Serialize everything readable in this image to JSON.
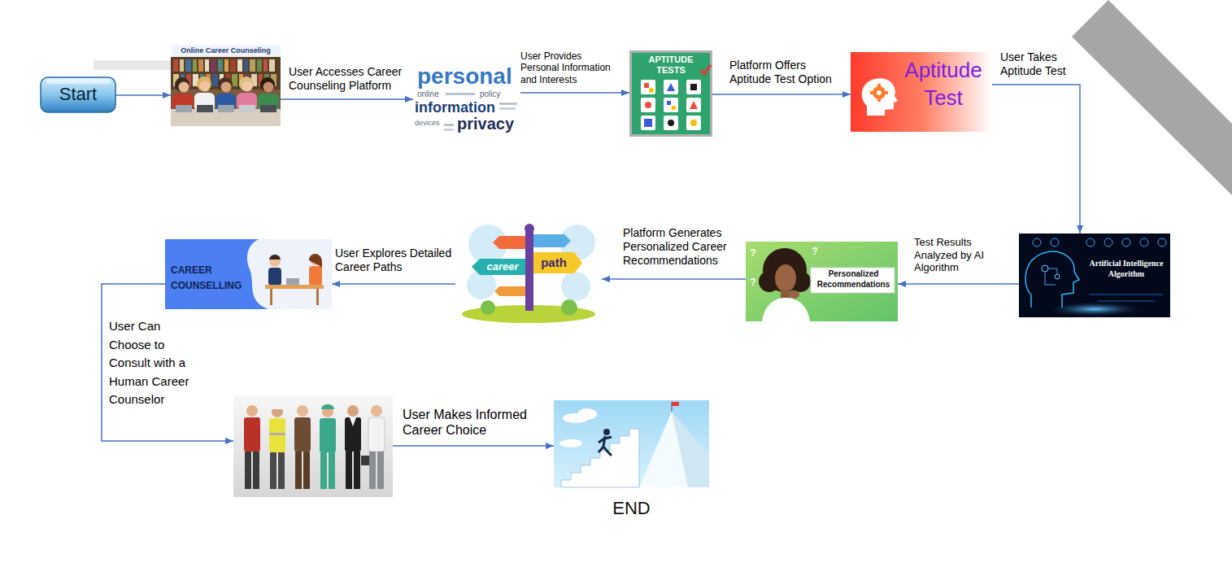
{
  "diagram": {
    "nodes": [
      {
        "text": [
          "Start"
        ]
      },
      {
        "text": [
          "Online Career Counseling"
        ]
      },
      {
        "text": [
          "personal",
          "online",
          "policy",
          "information",
          "devices",
          "privacy"
        ]
      },
      {
        "text": [
          "APTITUDE TESTS"
        ]
      },
      {
        "text": [
          "Aptitude Test"
        ]
      },
      {
        "text": [
          "Artificial Intelligence Algorithm"
        ]
      },
      {
        "text": [
          "?",
          "?",
          "?",
          "Personalized Recommendations"
        ]
      },
      {
        "text": [
          "career",
          "path"
        ]
      },
      {
        "text": [
          "CAREER COUNSELLING"
        ]
      },
      {
        "text": []
      },
      {
        "text": [
          "END"
        ]
      }
    ],
    "edges": [
      {
        "from": 0,
        "to": 1,
        "arrow": "to"
      },
      {
        "from": 1,
        "to": 2,
        "label": "User Accesses Career Counseling Platform",
        "arrow": "to"
      },
      {
        "from": 2,
        "to": 3,
        "label": "User Provides Personal Information and Interests",
        "arrow": "to"
      },
      {
        "from": 3,
        "to": 4,
        "label": "Platform Offers Aptitude Test Option",
        "arrow": "to"
      },
      {
        "from": 4,
        "to": 5,
        "label": "User Takes Aptitude Test",
        "arrow": "to"
      },
      {
        "from": 5,
        "to": 6,
        "label": "Test Results Analyzed by AI Algorithm",
        "arrow": "to"
      },
      {
        "from": 6,
        "to": 7,
        "label": "Platform Generates Personalized Career Recommendations",
        "arrow": "to"
      },
      {
        "from": 7,
        "to": 8,
        "label": "User Explores Detailed Career Paths",
        "arrow": "to"
      },
      {
        "from": 8,
        "to": 9,
        "label": "User Can Choose to Consult with a Human Career Counselor",
        "arrow": "to"
      },
      {
        "from": 9,
        "to": 10,
        "label": "User Makes Informed Career Choice",
        "arrow": "to"
      }
    ]
  }
}
